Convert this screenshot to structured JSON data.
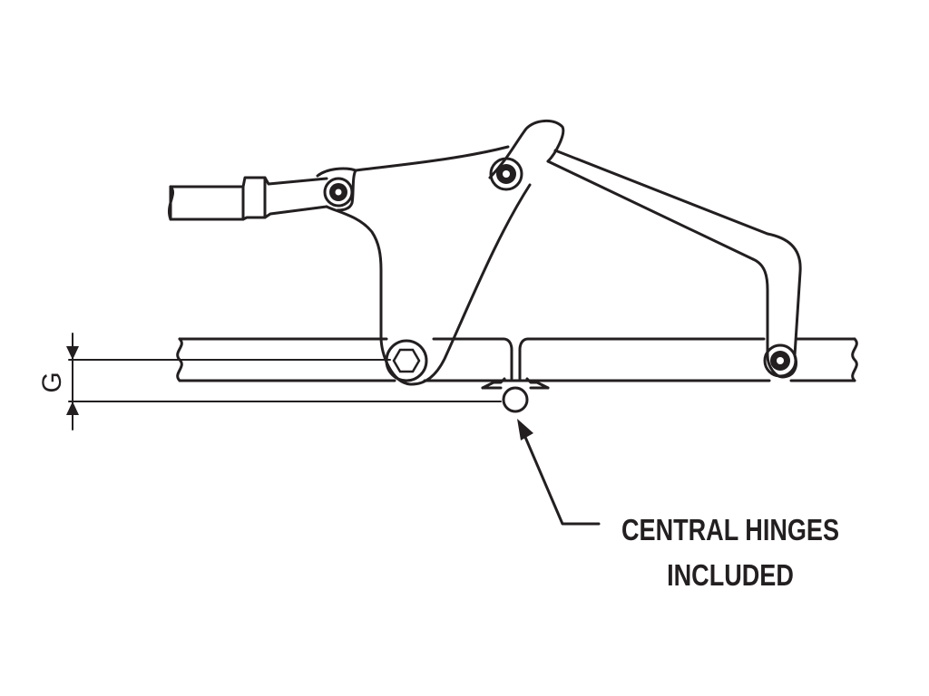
{
  "dimension": {
    "label": "G"
  },
  "callout": {
    "line1": "CENTRAL HINGES",
    "line2": "INCLUDED"
  },
  "colors": {
    "stroke": "#231f20",
    "background": "#ffffff",
    "pin_fill": "#231f20"
  }
}
